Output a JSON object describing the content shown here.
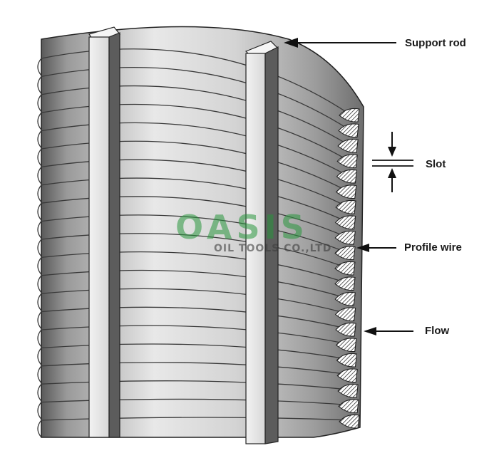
{
  "labels": {
    "support_rod": "Support rod",
    "slot": "Slot",
    "profile_wire": "Profile wire",
    "flow": "Flow"
  },
  "watermark": {
    "brand": "OASIS",
    "subtitle": "OIL TOOLS CO.,LTD",
    "color": "#2e9a45"
  },
  "colors": {
    "wire_fill": "#d9d9d9",
    "wire_line": "#3a3a3a",
    "rod_fill": "#e6e6e6",
    "rod_shadow": "#555555",
    "hatch": "#333333"
  }
}
